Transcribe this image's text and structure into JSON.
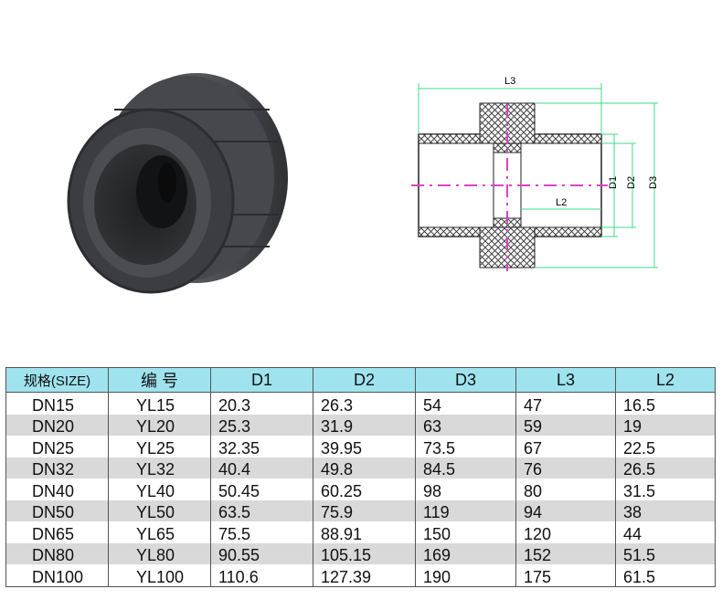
{
  "drawing": {
    "labels": {
      "l3": "L3",
      "l2": "L2",
      "d1": "D1",
      "d2": "D2",
      "d3": "D3"
    }
  },
  "table": {
    "headers": [
      "规格(SIZE)",
      "编 号",
      "D1",
      "D2",
      "D3",
      "L3",
      "L2"
    ],
    "rows": [
      [
        "DN15",
        "YL15",
        "20.3",
        "26.3",
        "54",
        "47",
        "16.5"
      ],
      [
        "DN20",
        "YL20",
        "25.3",
        "31.9",
        "63",
        "59",
        "19"
      ],
      [
        "DN25",
        "YL25",
        "32.35",
        "39.95",
        "73.5",
        "67",
        "22.5"
      ],
      [
        "DN32",
        "YL32",
        "40.4",
        "49.8",
        "84.5",
        "76",
        "26.5"
      ],
      [
        "DN40",
        "YL40",
        "50.45",
        "60.25",
        "98",
        "80",
        "31.5"
      ],
      [
        "DN50",
        "YL50",
        "63.5",
        "75.9",
        "119",
        "94",
        "38"
      ],
      [
        "DN65",
        "YL65",
        "75.5",
        "88.91",
        "150",
        "120",
        "44"
      ],
      [
        "DN80",
        "YL80",
        "90.55",
        "105.15",
        "169",
        "152",
        "51.5"
      ],
      [
        "DN100",
        "YL100",
        "110.6",
        "127.39",
        "190",
        "175",
        "61.5"
      ]
    ]
  }
}
